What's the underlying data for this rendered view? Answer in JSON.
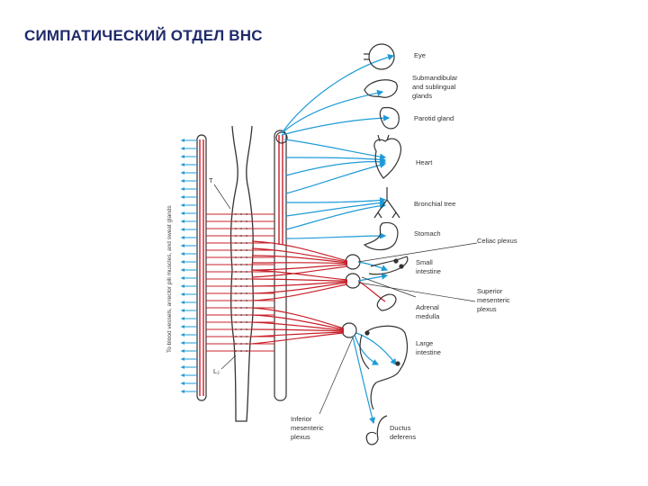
{
  "slide": {
    "title": "СИМПАТИЧЕСКИЙ ОТДЕЛ ВНС"
  },
  "diagram": {
    "vertical_label": "To blood vessels, arrector pili muscles, and sweat glands",
    "segment_top": "T",
    "segment_bottom": "L₂",
    "organs": {
      "eye": "Eye",
      "submandibular": [
        "Submandibular",
        "and sublingual",
        "glands"
      ],
      "parotid": "Parotid gland",
      "heart": "Heart",
      "bronchial": "Bronchial tree",
      "stomach": "Stomach",
      "celiac": "Celiac plexus",
      "small_intestine": [
        "Small",
        "intestine"
      ],
      "superior_mesenteric": [
        "Superior",
        "mesenteric",
        "plexus"
      ],
      "adrenal": [
        "Adrenal",
        "medulla"
      ],
      "large_intestine": [
        "Large",
        "intestine"
      ],
      "inferior_mesenteric": [
        "Inferior",
        "mesenteric",
        "plexus"
      ],
      "ductus": [
        "Ductus",
        "deferens"
      ]
    },
    "colors": {
      "preganglionic": "#c8202a",
      "postganglionic": "#1e9bd7",
      "outline": "#333333"
    }
  }
}
